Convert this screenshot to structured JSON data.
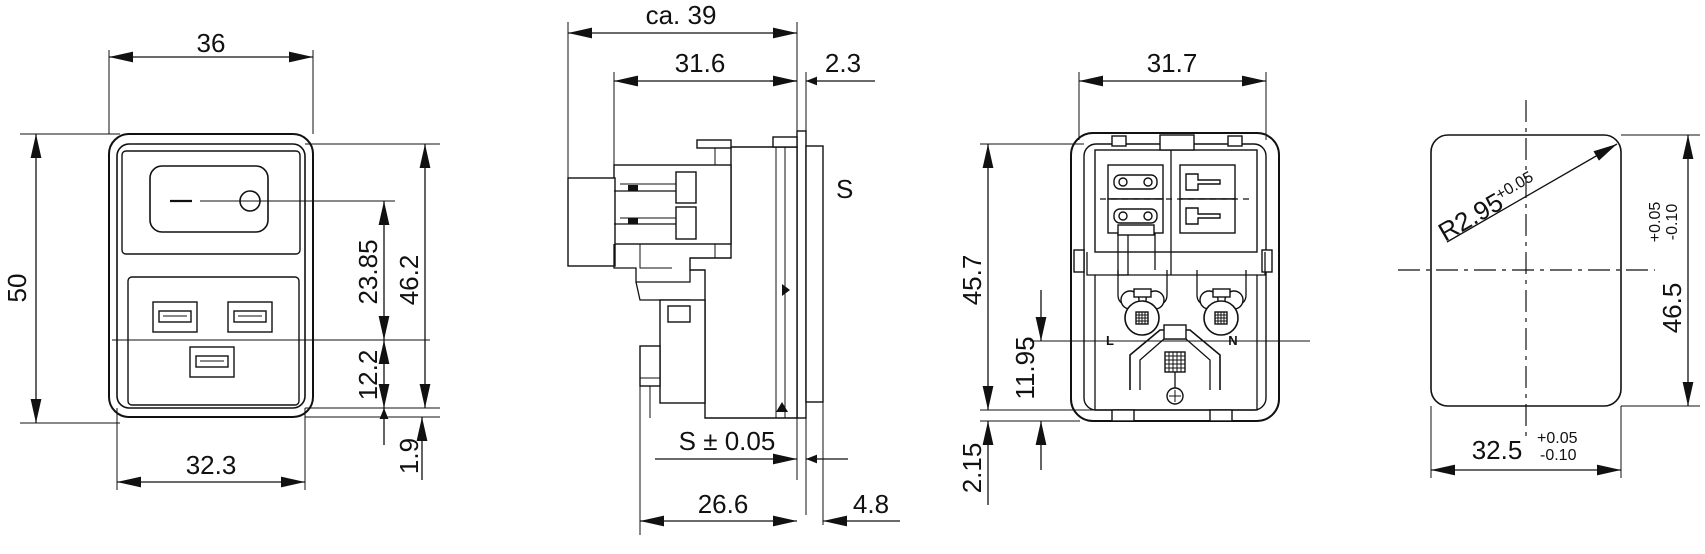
{
  "front_view": {
    "width_outer": "36",
    "height_outer": "50",
    "width_inner": "32.3",
    "height_23_85": "23.85",
    "height_46_2": "46.2",
    "height_12_2": "12.2",
    "height_1_9": "1.9"
  },
  "side_view": {
    "depth_total": "ca. 39",
    "depth_31_6": "31.6",
    "flange_2_3": "2.3",
    "panel_label": "S",
    "panel_tolerance": "S ± 0.05",
    "depth_26_6": "26.6",
    "depth_4_8": "4.8"
  },
  "rear_view": {
    "width_31_7": "31.7",
    "height_45_7": "45.7",
    "height_11_95": "11.95",
    "height_2_15": "2.15",
    "label_l": "L",
    "label_n": "N"
  },
  "cutout_view": {
    "radius": "R2.95",
    "radius_tol": "+0.05",
    "width": "32.5",
    "width_tol_upper": "+0.05",
    "width_tol_lower": "-0.10",
    "height": "46.5",
    "height_tol_upper": "+0.05",
    "height_tol_lower": "-0.10"
  }
}
